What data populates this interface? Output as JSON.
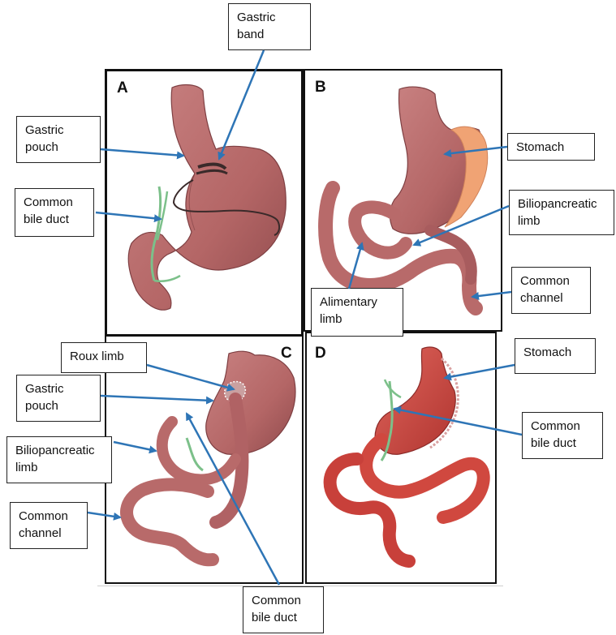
{
  "panels": {
    "a": {
      "letter": "A"
    },
    "b": {
      "letter": "B"
    },
    "c": {
      "letter": "C"
    },
    "d": {
      "letter": "D"
    }
  },
  "labels": {
    "gastric_band": [
      "Gastric",
      "band"
    ],
    "a_gastric_pouch": [
      "Gastric",
      "pouch"
    ],
    "a_common_bile_duct": [
      "Common",
      "bile duct"
    ],
    "b_stomach": [
      "Stomach"
    ],
    "b_biliopancreatic_limb": [
      "Biliopancreatic",
      "limb"
    ],
    "b_common_channel": [
      "Common",
      "channel"
    ],
    "b_alimentary_limb": [
      "Alimentary",
      "limb"
    ],
    "c_roux_limb": [
      "Roux limb"
    ],
    "c_gastric_pouch": [
      "Gastric",
      "pouch"
    ],
    "c_biliopancreatic_limb": [
      "Biliopancreatic",
      "limb"
    ],
    "c_common_channel": [
      "Common",
      "channel"
    ],
    "c_common_bile_duct": [
      "Common",
      "bile duct"
    ],
    "d_stomach": [
      "Stomach"
    ],
    "d_common_bile_duct": [
      "Common",
      "bile duct"
    ]
  },
  "colors": {
    "arrow": "#2e75b6",
    "stomach": "#b86a6a",
    "stomach_dark": "#8f4a4c",
    "sleeve_orange": "#f0a374",
    "bile_duct": "#7cc08a",
    "intestine_red": "#c8403a",
    "band": "#3a2a2a"
  },
  "icons": [
    "arrow-pointer"
  ]
}
